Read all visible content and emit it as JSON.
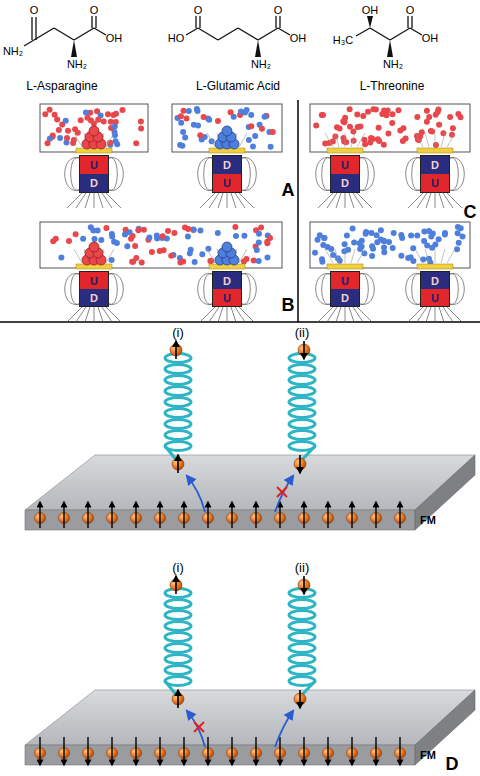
{
  "diagram": {
    "nodes": [
      {
        "text": [
          "U",
          "D"
        ]
      },
      {
        "text": [
          "D",
          "U"
        ]
      },
      {
        "text": [
          "U",
          "D"
        ]
      },
      {
        "text": [
          "D",
          "U"
        ]
      },
      {
        "text": [
          "U",
          "D"
        ]
      },
      {
        "text": [
          "D",
          "U"
        ]
      },
      {
        "text": [
          "U",
          "D"
        ]
      },
      {
        "text": [
          "D",
          "U"
        ]
      },
      {
        "text": [
          "FM"
        ]
      },
      {
        "text": [
          "FM"
        ]
      }
    ],
    "labels": [
      "O",
      "NH₂",
      "NH₂",
      "O",
      "OH",
      "L-Asparagine",
      "HO",
      "O",
      "O",
      "OH",
      "NH₂",
      "L-Glutamic Acid",
      "OH",
      "H₃C",
      "O",
      "OH",
      "NH₂",
      "L-Threonine",
      "A",
      "B",
      "C",
      "D",
      "(i)",
      "(ii)",
      "(i)",
      "(ii)"
    ]
  }
}
